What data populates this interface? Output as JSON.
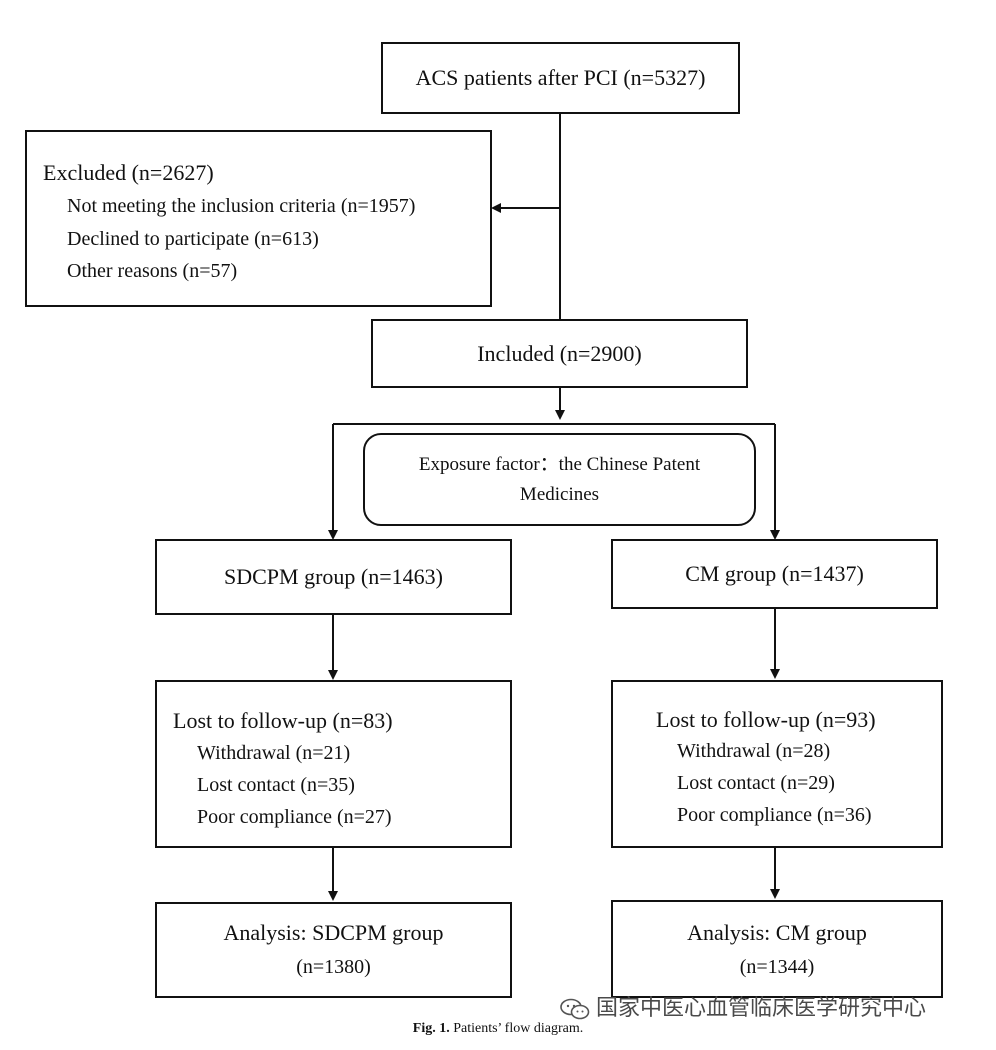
{
  "boxes": {
    "top": {
      "label": "ACS patients after PCI",
      "count": "(n=5327)"
    },
    "excluded": {
      "label": "Excluded",
      "count": "(n=2627)",
      "items": [
        {
          "label": "Not meeting the inclusion criteria",
          "count": "(n=1957)"
        },
        {
          "label": "Declined to participate",
          "count": "(n=613)"
        },
        {
          "label": "Other reasons",
          "count": "(n=57)"
        }
      ]
    },
    "included": {
      "label": "Included",
      "count": "(n=2900)"
    },
    "exposure": {
      "line1": "Exposure factor：the Chinese Patent",
      "line2": "Medicines"
    },
    "left_group": {
      "label": "SDCPM group",
      "count": "(n=1463)"
    },
    "right_group": {
      "label": "CM group",
      "count": "(n=1437)"
    },
    "left_lost": {
      "label": "Lost to follow-up",
      "count": "(n=83)",
      "items": [
        {
          "label": "Withdrawal",
          "count": "(n=21)"
        },
        {
          "label": "Lost contact",
          "count": "(n=35)"
        },
        {
          "label": "Poor compliance",
          "count": "(n=27)"
        }
      ]
    },
    "right_lost": {
      "label": "Lost to follow-up",
      "count": "(n=93)",
      "items": [
        {
          "label": "Withdrawal",
          "count": "(n=28)"
        },
        {
          "label": "Lost contact",
          "count": "(n=29)"
        },
        {
          "label": "Poor compliance",
          "count": "(n=36)"
        }
      ]
    },
    "left_analysis": {
      "label": "Analysis: SDCPM group",
      "count": "(n=1380)"
    },
    "right_analysis": {
      "label": "Analysis: CM group",
      "count": "(n=1344)"
    }
  },
  "caption": {
    "fig": "Fig. 1.",
    "text": "Patients’ flow diagram."
  },
  "watermark": {
    "text": "国家中医心血管临床医学研究中心"
  }
}
